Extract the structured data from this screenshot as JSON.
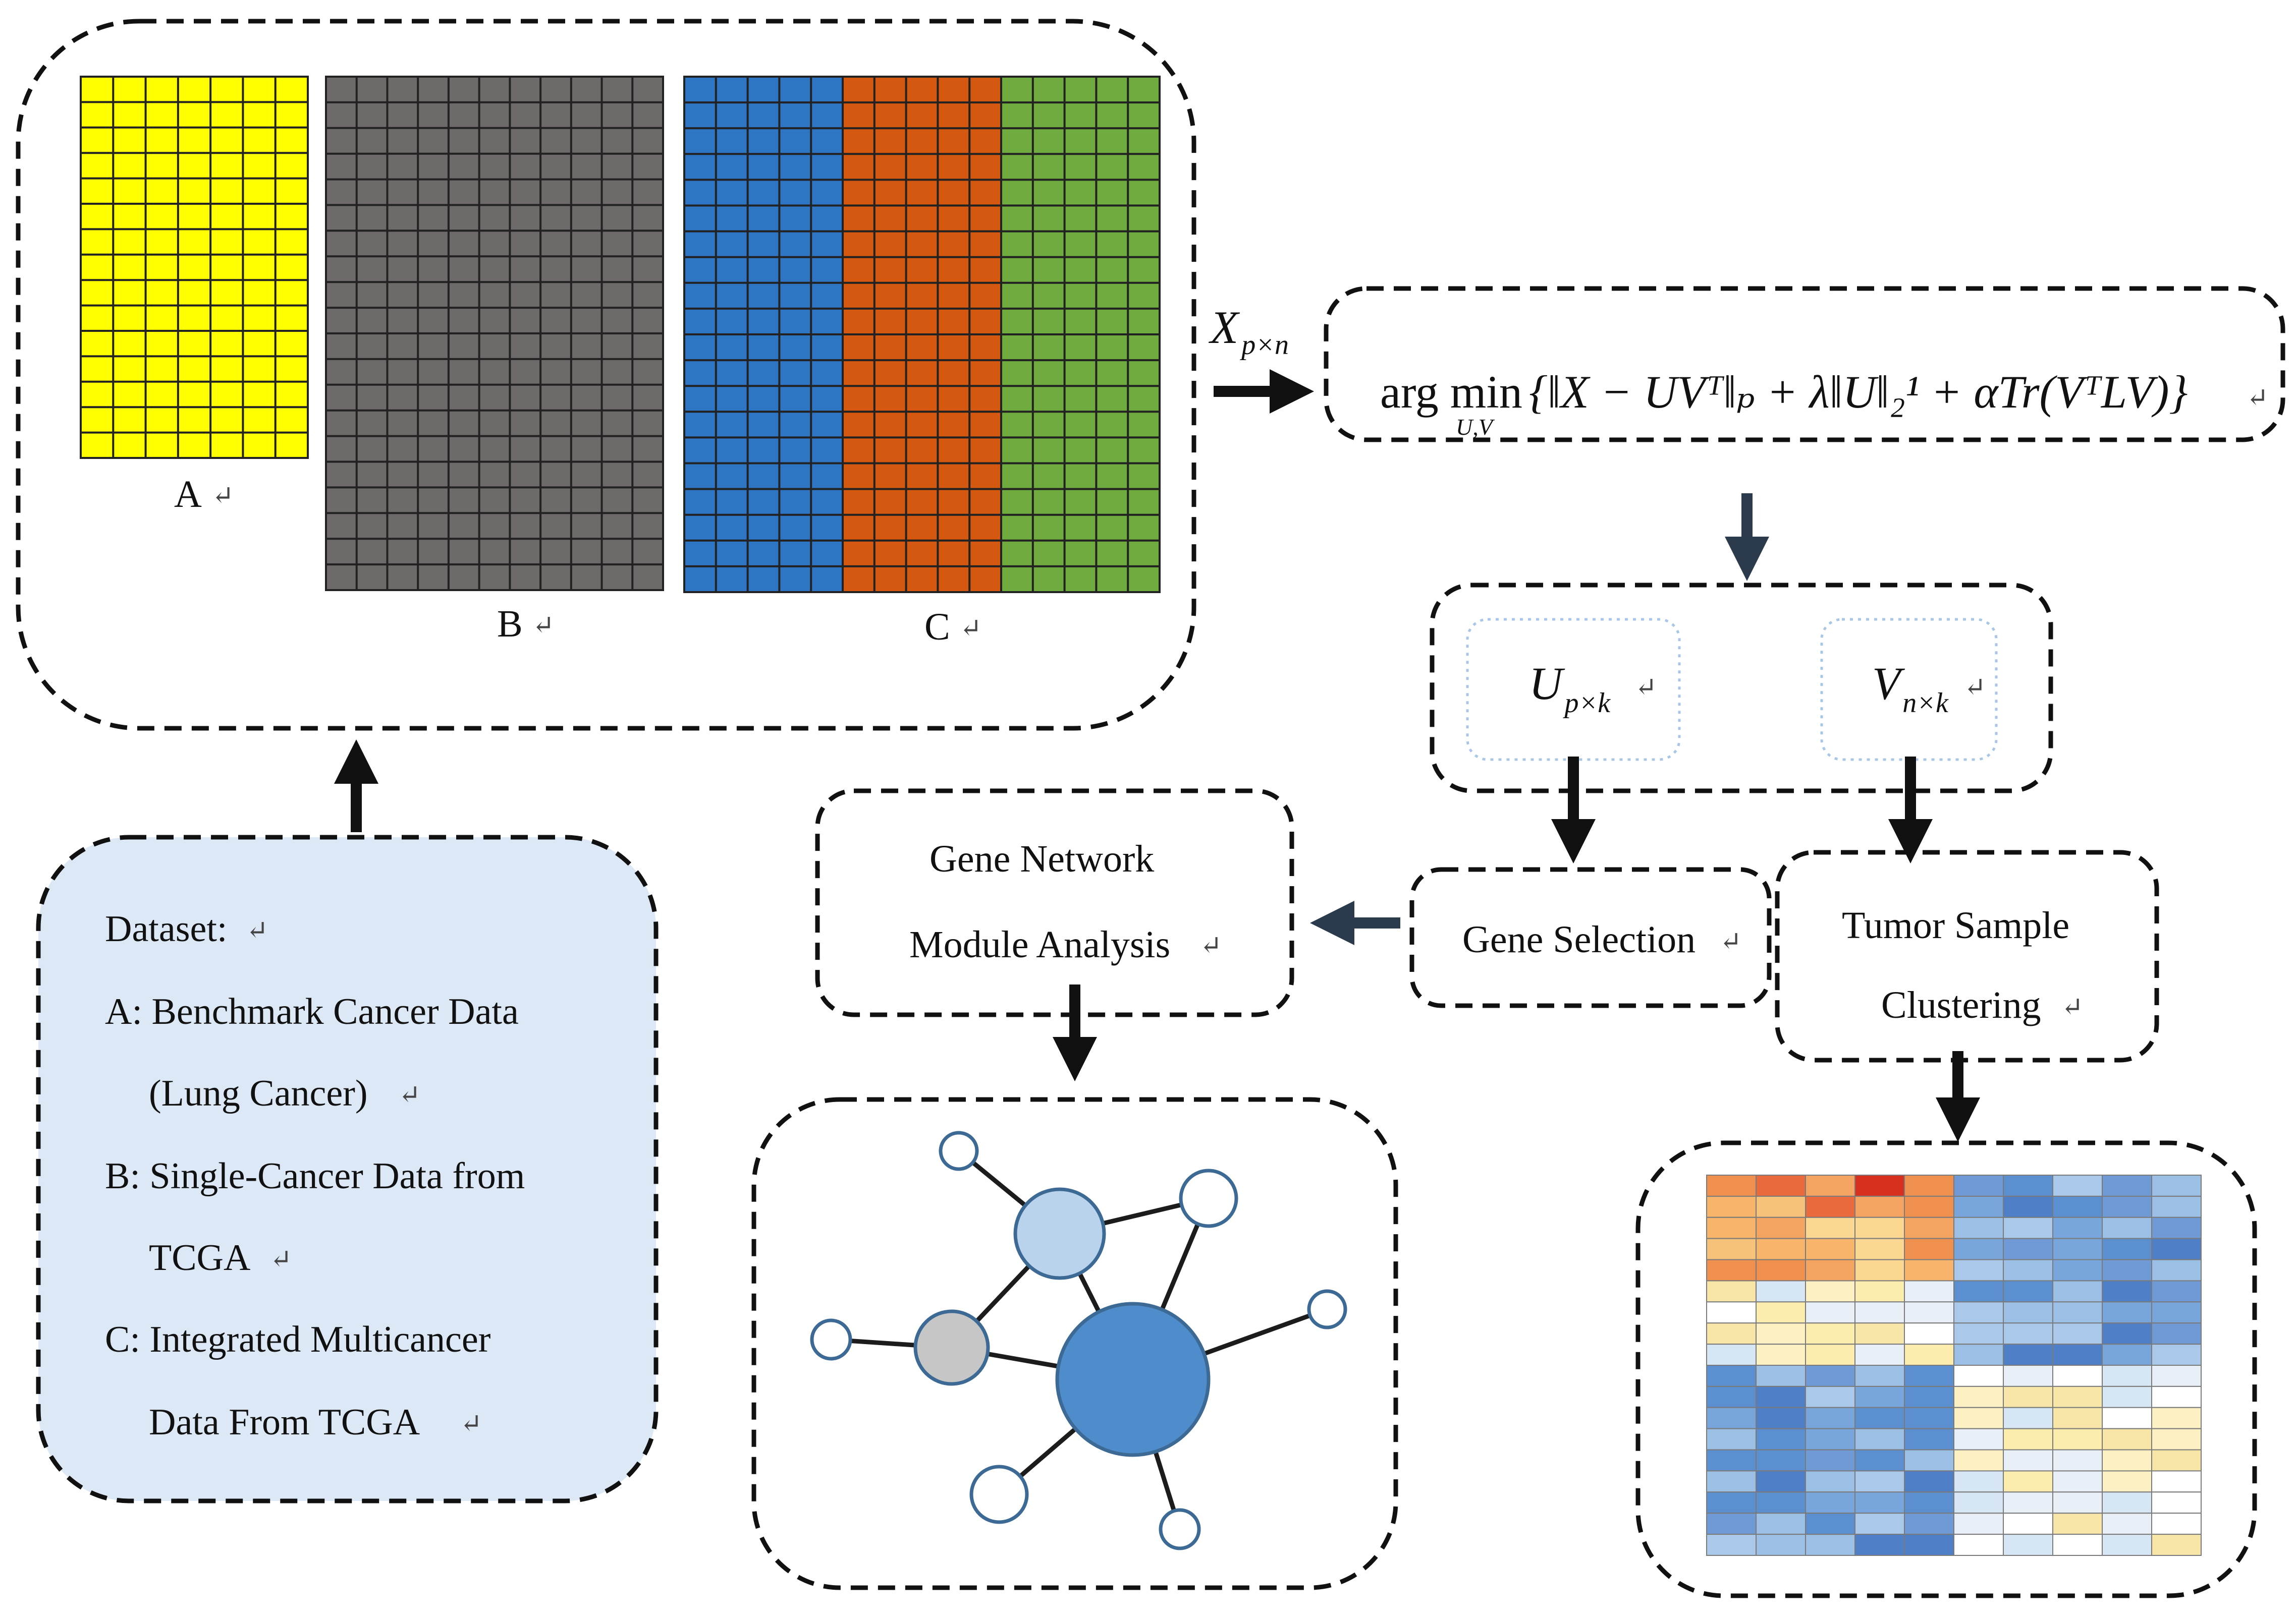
{
  "panel_labels": {
    "a": "A",
    "b": "B",
    "c": "C"
  },
  "return_mark": "↵",
  "colors": {
    "matrix_a": "#ffff00",
    "matrix_b": "#6f6a6a",
    "matrix_c_1": "#2e75c4",
    "matrix_c_2": "#d4580f",
    "matrix_c_3": "#6fab3f",
    "dataset_fill": "#dce8f5",
    "node_large": "#4f8ccb",
    "node_medium": "#b9d3ec",
    "node_gray": "#c6c6c6",
    "node_small": "#ffffff"
  },
  "input_symbol": {
    "base": "X",
    "sub": "p×n"
  },
  "objective": {
    "argmin": "arg min",
    "argmin_sub": "U,V",
    "expression": "{‖X − UVᵀ‖ₚ + λ‖U‖₂¹ + αTr(VᵀLV)}"
  },
  "factors": {
    "u": {
      "base": "U",
      "sub": "p×k"
    },
    "v": {
      "base": "V",
      "sub": "n×k"
    }
  },
  "steps": {
    "gene_selection": "Gene Selection",
    "gene_network": [
      "Gene Network",
      "Module Analysis"
    ],
    "tumor_clustering": [
      "Tumor Sample",
      "Clustering"
    ]
  },
  "dataset": {
    "title": "Dataset:",
    "lines": [
      "A: Benchmark Cancer Data",
      "(Lung Cancer)",
      "B: Single-Cancer Data from",
      "TCGA",
      "C: Integrated Multicancer",
      "Data From TCGA"
    ]
  }
}
